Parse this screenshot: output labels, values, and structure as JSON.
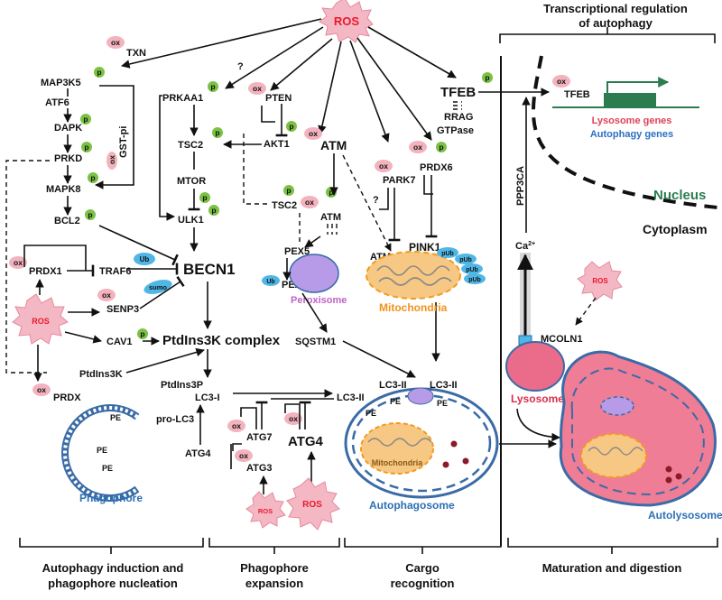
{
  "header": {
    "title_line1": "Transcriptional regulation",
    "title_line2": "of autophagy"
  },
  "nucleus_label": "Nucleus",
  "cytoplasm_label": "Cytoplasm",
  "tags": {
    "ox": "ox",
    "p": "p",
    "ub": "Ub",
    "sumo": "sumo",
    "pub": "pUb",
    "question": "?"
  },
  "nodes": {
    "ros": "ROS",
    "txn": "TXN",
    "map3k5": "MAP3K5",
    "atf6": "ATF6",
    "dapk": "DAPK",
    "prkd": "PRKD",
    "mapk8": "MAPK8",
    "bcl2": "BCL2",
    "gst_pi": "GST-pi",
    "prkaa1": "PRKAA1",
    "pten": "PTEN",
    "tsc2": "TSC2",
    "akt1": "AKT1",
    "mtor": "MTOR",
    "ulk1": "ULK1",
    "atm": "ATM",
    "tsc2b": "TSC2",
    "pex5": "PEX5",
    "peroxisome": "Peroxisome",
    "pex5b": "PEX5",
    "sqstm1": "SQSTM1",
    "tfeb": "TFEB",
    "rrag": "RRAG",
    "gtpase": "GTPase",
    "park7": "PARK7",
    "prdx6": "PRDX6",
    "pink1": "PINK1",
    "mitochondria": "Mitochondria",
    "tfeb_nuc": "TFEB",
    "lysosome_genes": "Lysosome genes",
    "autophagy_genes": "Autophagy genes",
    "ppp3ca": "PPP3CA",
    "ca": "Ca",
    "ca_sup": "2+",
    "mcoln1": "MCOLN1",
    "lysosome": "Lysosome",
    "prdx1": "PRDX1",
    "traf6": "TRAF6",
    "becn1": "BECN1",
    "senp3": "SENP3",
    "cav1": "CAV1",
    "ptdins3k_complex": "PtdIns3K complex",
    "ptdins3k": "PtdIns3K",
    "ptdins3p": "PtdIns3P",
    "prdx": "PRDX",
    "lc3_1": "LC3-I",
    "pro_lc3": "pro-LC3",
    "atg4": "ATG4",
    "lc3_2": "LC3-II",
    "atg7": "ATG7",
    "atg4b": "ATG4",
    "atg3": "ATG3",
    "pe": "PE",
    "phagophore": "Phagophore",
    "lc3_2a": "LC3-II",
    "lc3_2b": "LC3-II",
    "autophagosome": "Autophagosome",
    "autolysosome": "Autolysosome",
    "mito_inside": "Mitochondria"
  },
  "stages": [
    {
      "line1": "Autophagy induction and",
      "line2": "phagophore nucleation"
    },
    {
      "line1": "Phagophore",
      "line2": "expansion"
    },
    {
      "line1": "Cargo",
      "line2": "recognition"
    },
    {
      "line1": "Maturation and digestion",
      "line2": ""
    }
  ],
  "colors": {
    "ros_fill": "#f4b8c4",
    "ros_text": "#e8192c",
    "ox_fill": "#f2b3be",
    "p_fill": "#7bc143",
    "ub_fill": "#4fb6e6",
    "nucleus_text": "#2b7d4f",
    "lysosome_genes": "#e0405a",
    "autophagy_genes": "#2d6fc4",
    "peroxisome": "#c064c6",
    "peroxisome_fill": "#b79be8",
    "mito_label": "#f0921c",
    "mito_fill": "#f6c884",
    "mito_edge": "#f39a1f",
    "membrane": "#3a6ba6",
    "lysosome_fill": "#ea6b8a",
    "lysosome_label": "#d9304d",
    "autolysosome_fill": "#ef7d96",
    "phagophore_label": "#2d6fb4",
    "gene_bar": "#2b7d4f"
  }
}
